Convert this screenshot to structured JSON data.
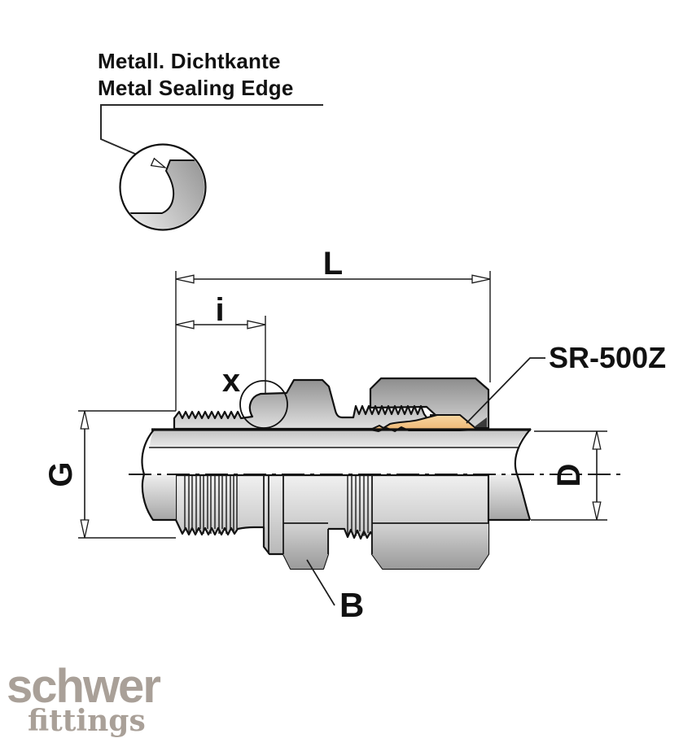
{
  "callout": {
    "label_de": "Metall. Dichtkante",
    "label_en": "Metal Sealing Edge"
  },
  "dimensions": {
    "overall_length": "L",
    "thread_length": "i",
    "sealing_edge_detail": "x",
    "thread_size": "G",
    "tube_outer_diameter": "D",
    "hex_size": "B"
  },
  "part_labels": {
    "cutting_ring": "SR-500Z"
  },
  "logo": {
    "brand": "schwer",
    "tagline": "fittings"
  },
  "colors": {
    "cutting_ring_light": "#f8d7a2",
    "cutting_ring_dark": "#edb36e",
    "logo": "#a9a098",
    "ink": "#1a1a1a"
  }
}
